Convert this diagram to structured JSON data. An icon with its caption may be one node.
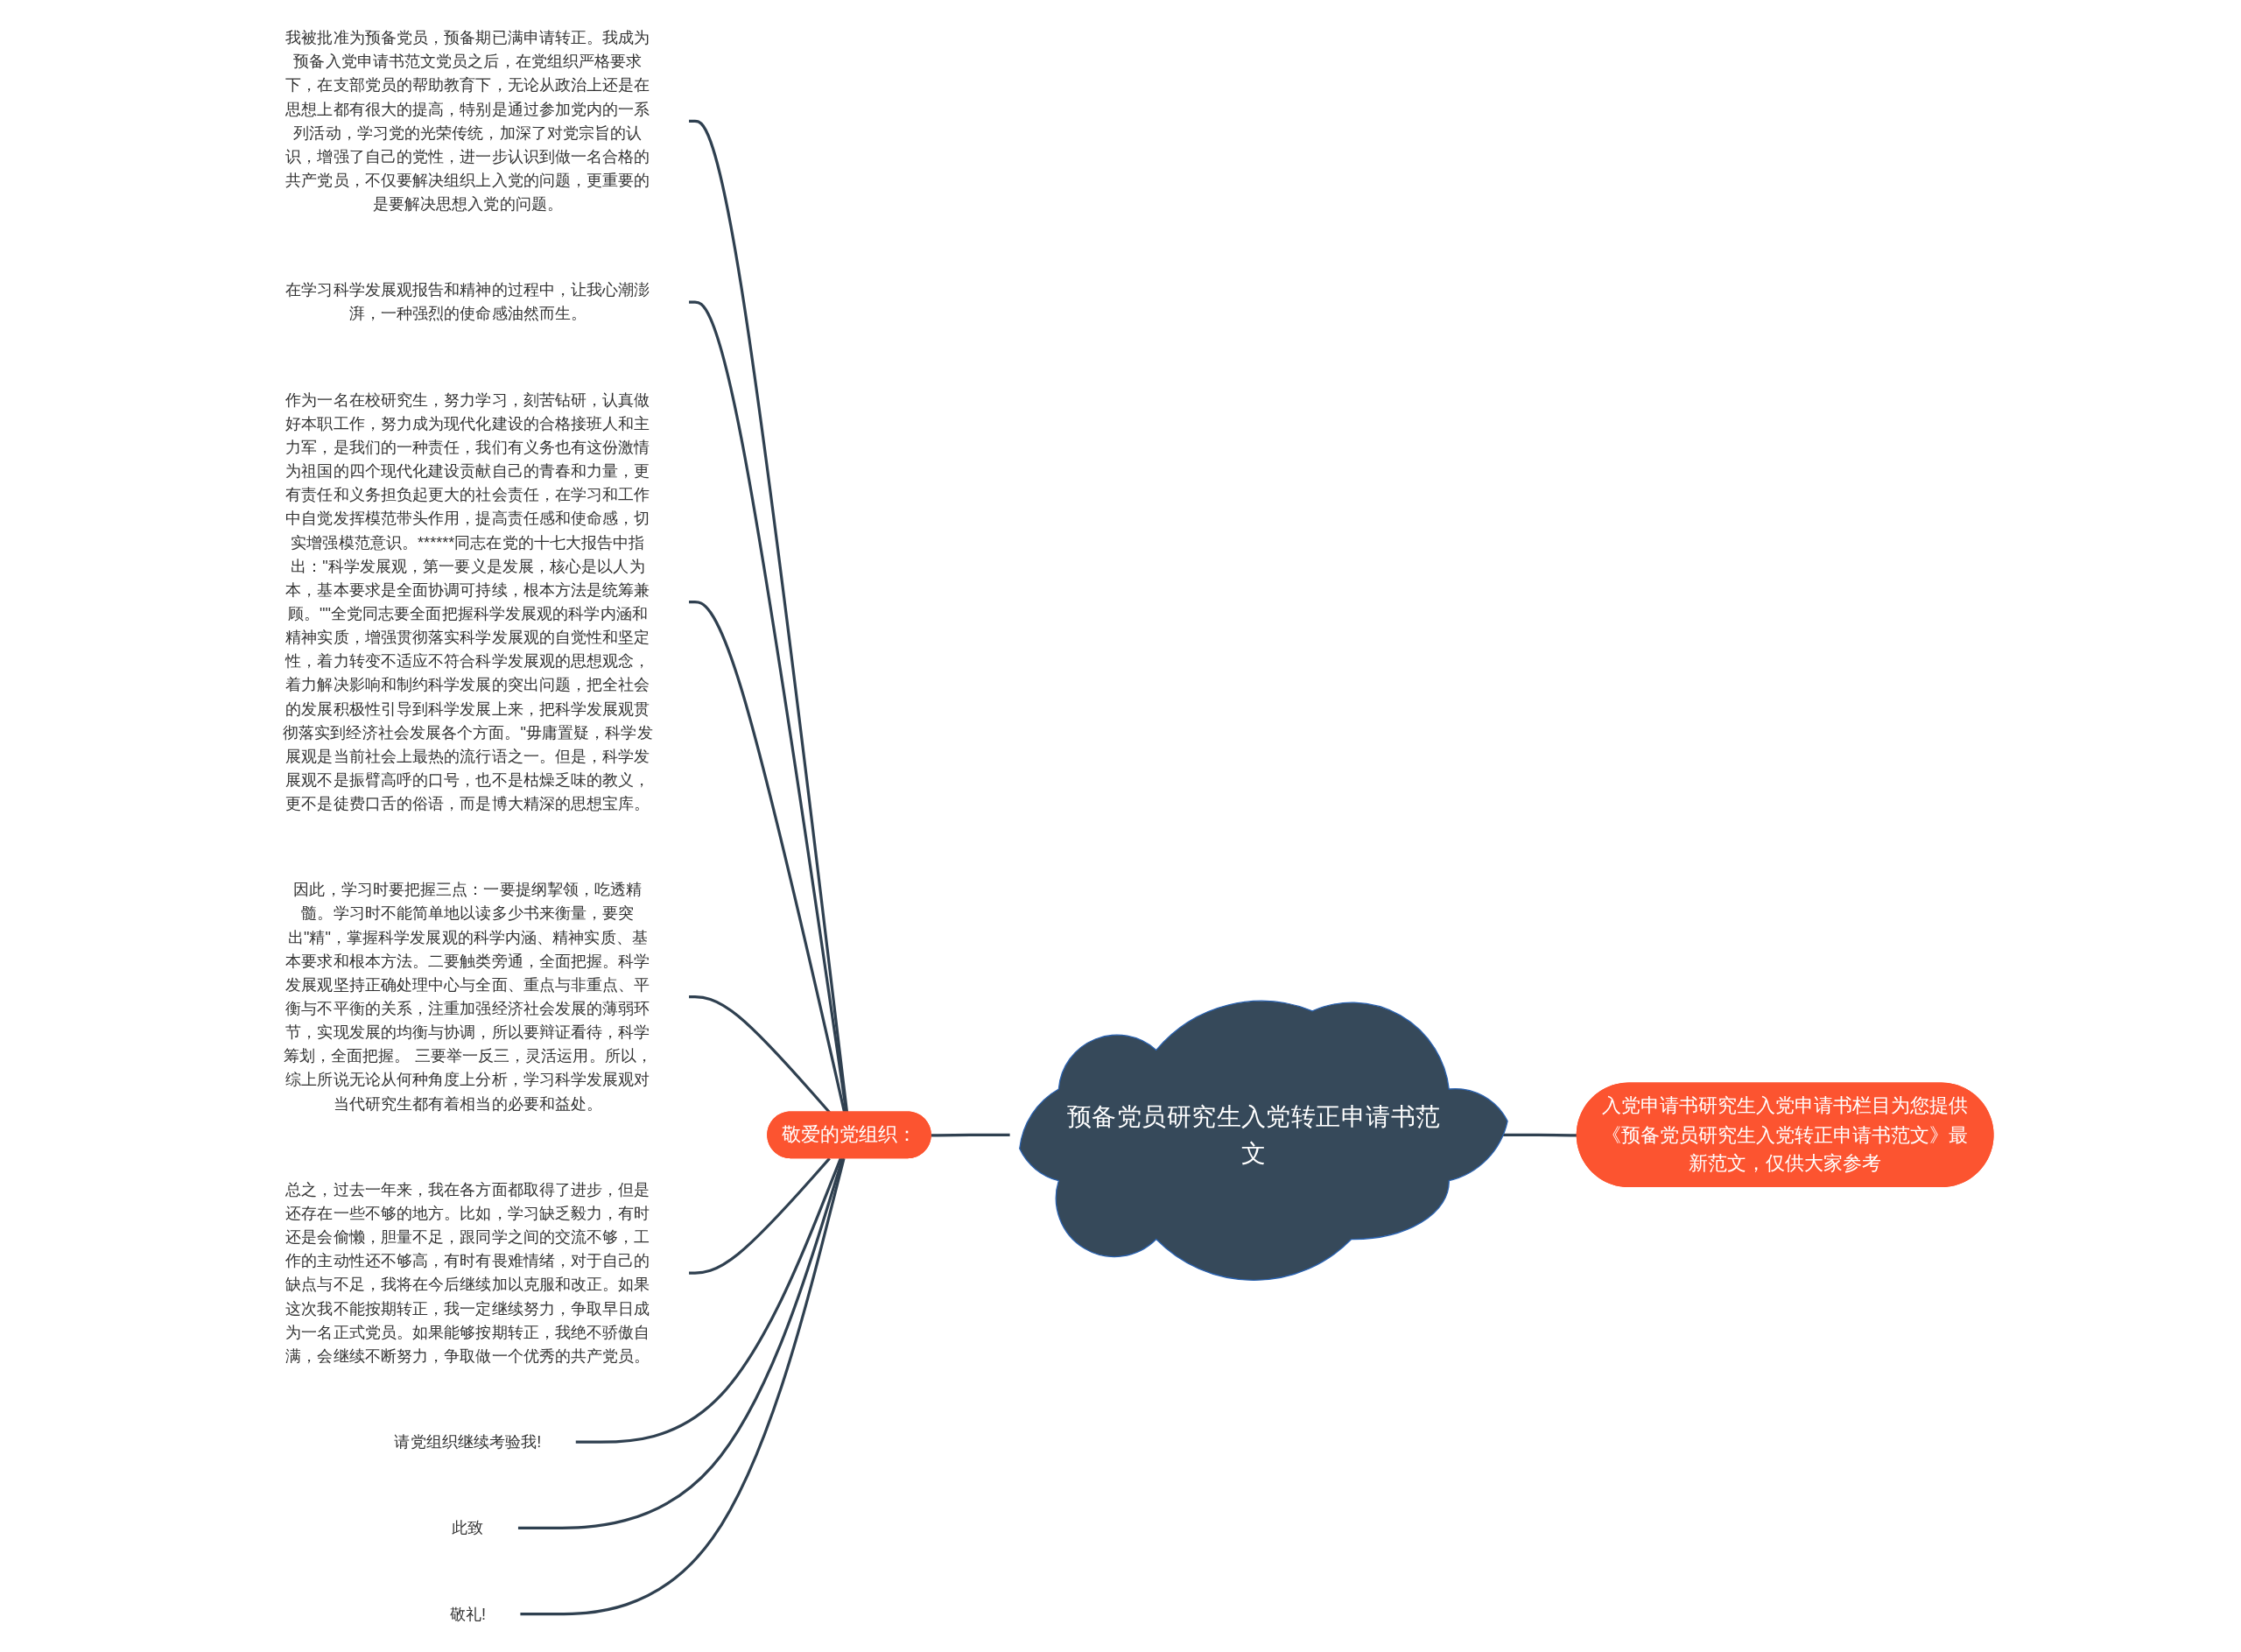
{
  "diagram": {
    "nodes": [
      {
        "text": [
          "预备党员研究生入党转正申请书范文"
        ]
      },
      {
        "text": [
          "敬爱的党组织："
        ]
      },
      {
        "text": [
          "入党申请书研究生入党申请书栏目为您提供《预备党员研究生入党转正申请书范文》最新范文，仅供大家参考"
        ]
      },
      {
        "text": [
          "我被批准为预备党员，预备期已满申请转正。我成为预备入党申请书范文党员之后，在党组织严格要求下，在支部党员的帮助教育下，无论从政治上还是在思想上都有很大的提高，特别是通过参加党内的一系列活动，学习党的光荣传统，加深了对党宗旨的认识，增强了自己的党性，进一步认识到做一名合格的共产党员，不仅要解决组织上入党的问题，更重要的是要解决思想入党的问题。"
        ]
      },
      {
        "text": [
          "在学习科学发展观报告和精神的过程中，让我心潮澎湃，一种强烈的使命感油然而生。"
        ]
      },
      {
        "text": [
          "作为一名在校研究生，努力学习，刻苦钻研，认真做好本职工作，努力成为现代化建设的合格接班人和主力军，是我们的一种责任，我们有义务也有这份激情为祖国的四个现代化建设贡献自己的青春和力量，更有责任和义务担负起更大的社会责任，在学习和工作中自觉发挥模范带头作用，提高责任感和使命感，切实增强模范意识。******同志在党的十七大报告中指出：\"科学发展观，第一要义是发展，核心是以人为本，基本要求是全面协调可持续，根本方法是统筹兼顾。\"\"全党同志要全面把握科学发展观的科学内涵和精神实质，增强贯彻落实科学发展观的自觉性和坚定性，着力转变不适应不符合科学发展观的思想观念，着力解决影响和制约科学发展的突出问题，把全社会的发展积极性引导到科学发展上来，把科学发展观贯彻落实到经济社会发展各个方面。\"毋庸置疑，科学发展观是当前社会上最热的流行语之一。但是，科学发展观不是振臂高呼的口号，也不是枯燥乏味的教义，更不是徒费口舌的俗语，而是博大精深的思想宝库。"
        ]
      },
      {
        "text": [
          "因此，学习时要把握三点：一要提纲挈领，吃透精髓。学习时不能简单地以读多少书来衡量，要突出\"精\"，掌握科学发展观的科学内涵、精神实质、基本要求和根本方法。二要触类旁通，全面把握。科学发展观坚持正确处理中心与全面、重点与非重点、平衡与不平衡的关系，注重加强经济社会发展的薄弱环节，实现发展的均衡与协调，所以要辩证看待，科学筹划，全面把握。 三要举一反三，灵活运用。所以，综上所说无论从何种角度上分析，学习科学发展观对当代研究生都有着相当的必要和益处。"
        ]
      },
      {
        "text": [
          "总之，过去一年来，我在各方面都取得了进步，但是还存在一些不够的地方。比如，学习缺乏毅力，有时还是会偷懒，胆量不足，跟同学之间的交流不够，工作的主动性还不够高，有时有畏难情绪，对于自己的缺点与不足，我将在今后继续加以克服和改正。如果这次我不能按期转正，我一定继续努力，争取早日成为一名正式党员。如果能够按期转正，我绝不骄傲自满，会继续不断努力，争取做一个优秀的共产党员。"
        ]
      },
      {
        "text": [
          "请党组织继续考验我!"
        ]
      },
      {
        "text": [
          "此致"
        ]
      },
      {
        "text": [
          "敬礼!"
        ]
      }
    ],
    "edges": [
      {
        "from": 1,
        "to": 0,
        "arrow": "none"
      },
      {
        "from": 0,
        "to": 2,
        "arrow": "none"
      },
      {
        "from": 3,
        "to": 1,
        "arrow": "none"
      },
      {
        "from": 4,
        "to": 1,
        "arrow": "none"
      },
      {
        "from": 5,
        "to": 1,
        "arrow": "none"
      },
      {
        "from": 6,
        "to": 1,
        "arrow": "none"
      },
      {
        "from": 7,
        "to": 1,
        "arrow": "none"
      },
      {
        "from": 8,
        "to": 1,
        "arrow": "none"
      },
      {
        "from": 9,
        "to": 1,
        "arrow": "none"
      },
      {
        "from": 10,
        "to": 1,
        "arrow": "none"
      }
    ]
  }
}
